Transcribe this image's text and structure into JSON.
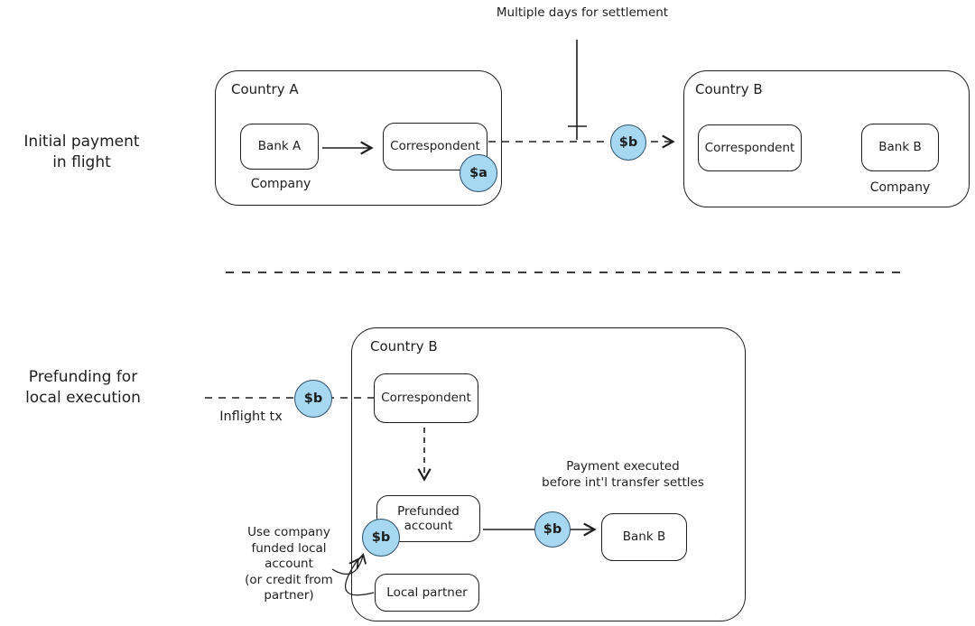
{
  "colors": {
    "stroke": "#1e1e1e",
    "token_fill": "#a7d8f2",
    "token_stroke": "#2f4f6b",
    "background": "#ffffff"
  },
  "top_section": {
    "section_label": {
      "line1": "Initial payment",
      "line2": "in flight"
    },
    "settlement_note": "Multiple days for settlement",
    "country_a": {
      "title": "Country A",
      "bank_label": "Bank A",
      "correspondent_label": "Correspondent",
      "company_label": "Company",
      "token": "$a"
    },
    "inflight_token": "$b",
    "country_b": {
      "title": "Country B",
      "correspondent_label": "Correspondent",
      "bank_label": "Bank B",
      "company_label": "Company"
    }
  },
  "bottom_section": {
    "section_label": {
      "line1": "Prefunding for",
      "line2": "local execution"
    },
    "inflight_label": "Inflight tx",
    "inflight_token": "$b",
    "country_b": {
      "title": "Country B",
      "correspondent_label": "Correspondent",
      "prefunded_account": {
        "line1": "Prefunded",
        "line2": "account"
      },
      "prefunded_token": "$b",
      "transfer_token": "$b",
      "bank_label": "Bank B",
      "local_partner_label": "Local partner",
      "execution_note": {
        "line1": "Payment executed",
        "line2": "before int'l transfer settles"
      }
    },
    "funding_note": {
      "line1": "Use company",
      "line2": "funded local",
      "line3": "account",
      "line4": "(or credit from",
      "line5": "partner)"
    }
  }
}
